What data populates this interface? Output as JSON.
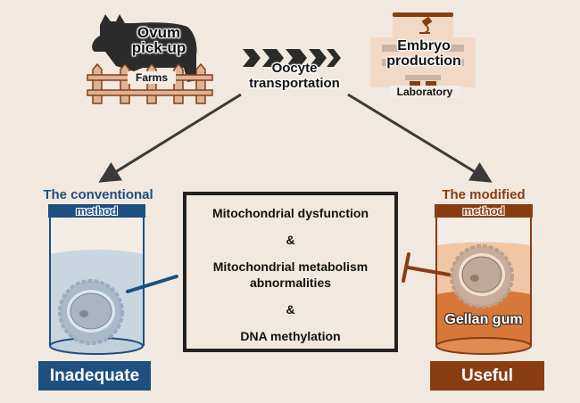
{
  "top": {
    "farm": {
      "title_line1": "Ovum",
      "title_line2": "pick-up",
      "sublabel": "Farms"
    },
    "transport": {
      "line1": "Oocyte",
      "line2": "transportation"
    },
    "lab": {
      "title_line1": "Embryo",
      "title_line2": "production",
      "sublabel": "Laboratory"
    }
  },
  "conventional": {
    "heading": "The conventional",
    "header_label": "method",
    "result": "Inadequate",
    "color": "#1d4f80"
  },
  "modified": {
    "heading": "The modified",
    "header_label": "method",
    "medium_label": "Gellan gum",
    "result": "Useful",
    "color": "#8a3c12"
  },
  "center_box": {
    "line1": "Mitochondrial dysfunction",
    "amp1": "&",
    "line2a": "Mitochondrial metabolism",
    "line2b": "abnormalities",
    "amp2": "&",
    "line3": "DNA methylation"
  },
  "icons": [
    "cow-icon",
    "fence-icon",
    "chevron-arrows-icon",
    "laboratory-building-icon",
    "microscope-icon",
    "oocyte-icon",
    "culture-tube-icon",
    "inhibition-bar-icon"
  ]
}
